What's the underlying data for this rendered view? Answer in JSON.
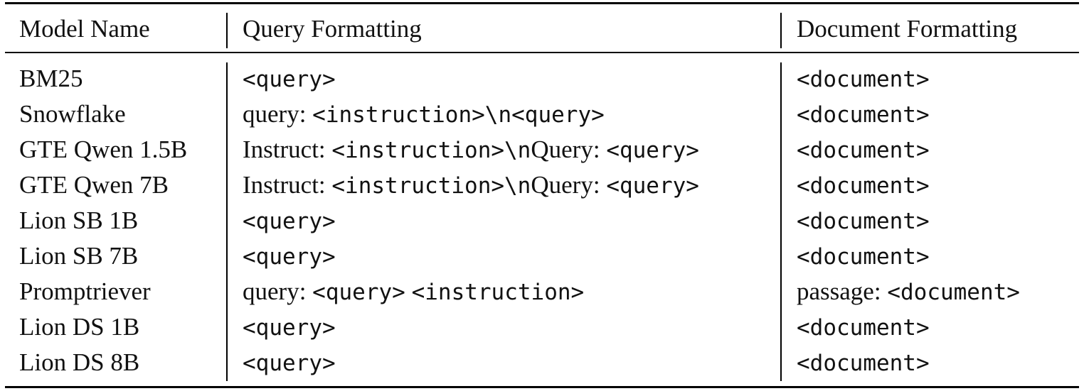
{
  "table": {
    "headers": {
      "model": "Model Name",
      "query": "Query Formatting",
      "document": "Document Formatting"
    },
    "rows": [
      {
        "model": "BM25",
        "query": [
          {
            "t": "<query>",
            "code": true
          }
        ],
        "document": [
          {
            "t": "<document>",
            "code": true
          }
        ]
      },
      {
        "model": "Snowflake",
        "query": [
          {
            "t": "query: ",
            "code": false
          },
          {
            "t": "<instruction>\\n<query>",
            "code": true
          }
        ],
        "document": [
          {
            "t": "<document>",
            "code": true
          }
        ]
      },
      {
        "model": "GTE Qwen 1.5B",
        "query": [
          {
            "t": "Instruct: ",
            "code": false
          },
          {
            "t": "<instruction>\\n",
            "code": true
          },
          {
            "t": "Query: ",
            "code": false
          },
          {
            "t": "<query>",
            "code": true
          }
        ],
        "document": [
          {
            "t": "<document>",
            "code": true
          }
        ]
      },
      {
        "model": "GTE Qwen 7B",
        "query": [
          {
            "t": "Instruct: ",
            "code": false
          },
          {
            "t": "<instruction>\\n",
            "code": true
          },
          {
            "t": "Query: ",
            "code": false
          },
          {
            "t": "<query>",
            "code": true
          }
        ],
        "document": [
          {
            "t": "<document>",
            "code": true
          }
        ]
      },
      {
        "model": "Lion SB 1B",
        "query": [
          {
            "t": "<query>",
            "code": true
          }
        ],
        "document": [
          {
            "t": "<document>",
            "code": true
          }
        ]
      },
      {
        "model": "Lion SB 7B",
        "query": [
          {
            "t": "<query>",
            "code": true
          }
        ],
        "document": [
          {
            "t": "<document>",
            "code": true
          }
        ]
      },
      {
        "model": "Promptriever",
        "query": [
          {
            "t": "query: ",
            "code": false
          },
          {
            "t": "<query>",
            "code": true
          },
          {
            "t": " ",
            "code": false
          },
          {
            "t": "<instruction>",
            "code": true
          }
        ],
        "document": [
          {
            "t": "passage: ",
            "code": false
          },
          {
            "t": "<document>",
            "code": true
          }
        ]
      },
      {
        "model": "Lion DS 1B",
        "query": [
          {
            "t": "<query>",
            "code": true
          }
        ],
        "document": [
          {
            "t": "<document>",
            "code": true
          }
        ]
      },
      {
        "model": "Lion DS 8B",
        "query": [
          {
            "t": "<query>",
            "code": true
          }
        ],
        "document": [
          {
            "t": "<document>",
            "code": true
          }
        ]
      }
    ]
  }
}
